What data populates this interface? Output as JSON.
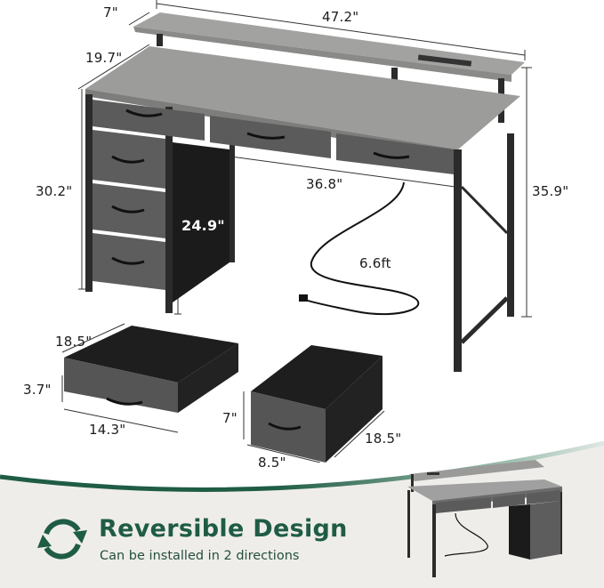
{
  "product": {
    "type": "computer desk with drawers and monitor shelf",
    "colors": {
      "wood_top": "#9a9a98",
      "frame": "#2b2b2b",
      "fabric_drawer": "#5b5b5b",
      "accent_green": "#1f5c45",
      "background_bottom": "#efedea"
    }
  },
  "dimensions": {
    "shelf_depth": "7\"",
    "overall_width": "47.2\"",
    "desk_depth": "19.7\"",
    "desk_height": "30.2\"",
    "knee_width": "36.8\"",
    "overall_height": "35.9\"",
    "knee_height": "24.9\"",
    "cord_length": "6.6ft"
  },
  "drawers": {
    "small": {
      "depth": "18.5\"",
      "height": "3.7\"",
      "width": "14.3\""
    },
    "large": {
      "height": "7\"",
      "width": "8.5\"",
      "depth": "18.5\""
    }
  },
  "feature": {
    "icon": "reverse-arrows-icon",
    "title": "Reversible Design",
    "subtitle": "Can be installed in 2 directions"
  }
}
